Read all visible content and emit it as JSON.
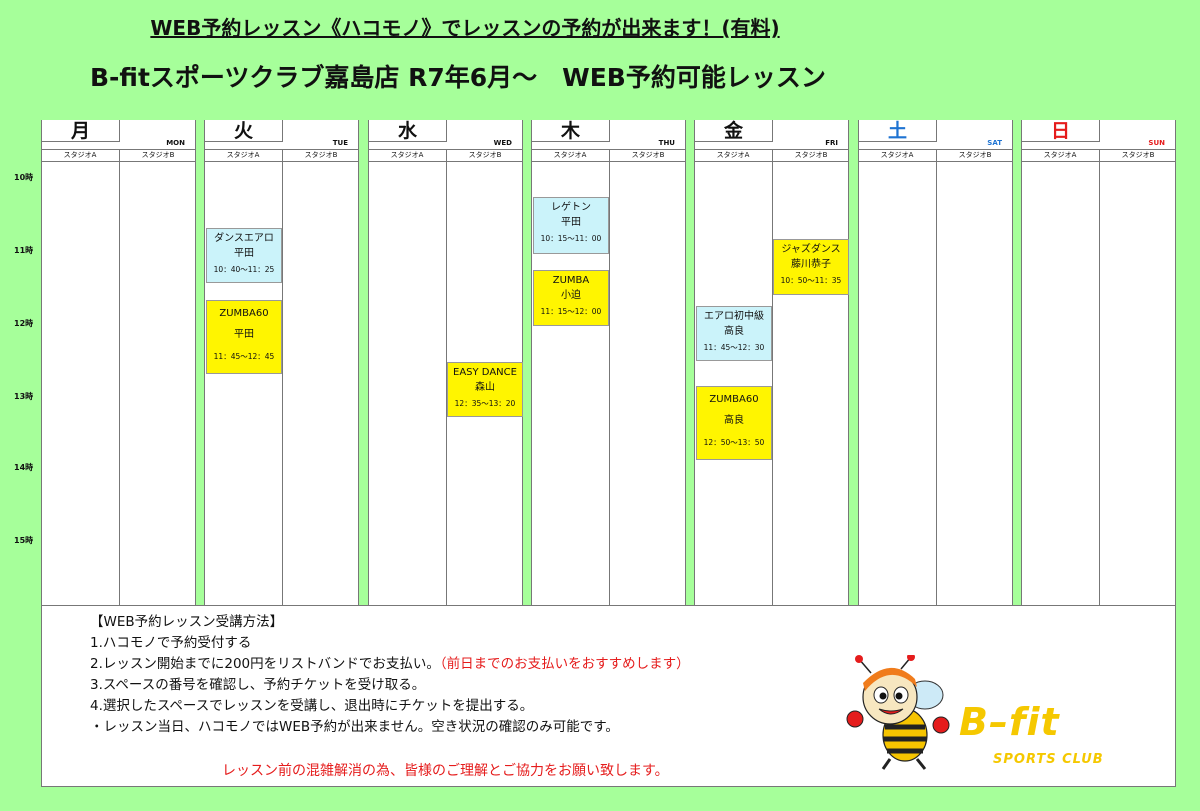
{
  "header": {
    "notice": "WEB予約レッスン《ハコモノ》でレッスンの予約が出来ます！(有料)",
    "title": "B-fitスポーツクラブ嘉島店 R7年6月～　WEB予約可能レッスン"
  },
  "studios": {
    "a": "スタジオA",
    "b": "スタジオB"
  },
  "hours": [
    "10時",
    "11時",
    "12時",
    "13時",
    "14時",
    "15時"
  ],
  "days": [
    {
      "jp": "月",
      "en": "MON",
      "color": "#111111"
    },
    {
      "jp": "火",
      "en": "TUE",
      "color": "#111111"
    },
    {
      "jp": "水",
      "en": "WED",
      "color": "#111111"
    },
    {
      "jp": "木",
      "en": "THU",
      "color": "#111111"
    },
    {
      "jp": "金",
      "en": "FRI",
      "color": "#111111"
    },
    {
      "jp": "土",
      "en": "SAT",
      "color": "#1e73d2"
    },
    {
      "jp": "日",
      "en": "SUN",
      "color": "#e51c1c"
    }
  ],
  "lessons": [
    {
      "day": "火",
      "studio": "A",
      "name": "ダンスエアロ",
      "instructor": "平田",
      "time": "10：40～11：25",
      "color": "cyan"
    },
    {
      "day": "火",
      "studio": "A",
      "name": "ZUMBA60",
      "instructor": "平田",
      "time": "11：45～12：45",
      "color": "yellow"
    },
    {
      "day": "水",
      "studio": "B",
      "name": "EASY DANCE",
      "instructor": "森山",
      "time": "12：35～13：20",
      "color": "yellow"
    },
    {
      "day": "木",
      "studio": "A",
      "name": "レゲトン",
      "instructor": "平田",
      "time": "10：15～11：00",
      "color": "cyan"
    },
    {
      "day": "木",
      "studio": "A",
      "name": "ZUMBA",
      "instructor": "小迫",
      "time": "11：15～12：00",
      "color": "yellow"
    },
    {
      "day": "金",
      "studio": "A",
      "name": "エアロ初中級",
      "instructor": "高良",
      "time": "11：45～12：30",
      "color": "cyan"
    },
    {
      "day": "金",
      "studio": "A",
      "name": "ZUMBA60",
      "instructor": "高良",
      "time": "12：50～13：50",
      "color": "yellow"
    },
    {
      "day": "金",
      "studio": "B",
      "name": "ジャズダンス",
      "instructor": "藤川恭子",
      "time": "10：50～11：35",
      "color": "yellow"
    }
  ],
  "info": {
    "heading": "【WEB予約レッスン受講方法】",
    "step1": "1.ハコモノで予約受付する",
    "step2": "2.レッスン開始までに200円をリストバンドでお支払い。",
    "step2_note": "（前日までのお支払いをおすすめします）",
    "step3": "3.スペースの番号を確認し、予約チケットを受け取る。",
    "step4": "4.選択したスペースでレッスンを受講し、退出時にチケットを提出する。",
    "note": "・レッスン当日、ハコモノではWEB予約が出来ません。空き状況の確認のみ可能です。",
    "footer": "レッスン前の混雑解消の為、皆様のご理解とご協力をお願い致します。"
  },
  "logo": {
    "mark": "B–fit",
    "sub": "SPORTS CLUB"
  },
  "colors": {
    "background": "#a6ff9a",
    "cyan_lesson": "#cbf3fa",
    "yellow_lesson": "#fff500",
    "accent_red": "#e51c1c",
    "logo_yellow": "#f5c800"
  }
}
